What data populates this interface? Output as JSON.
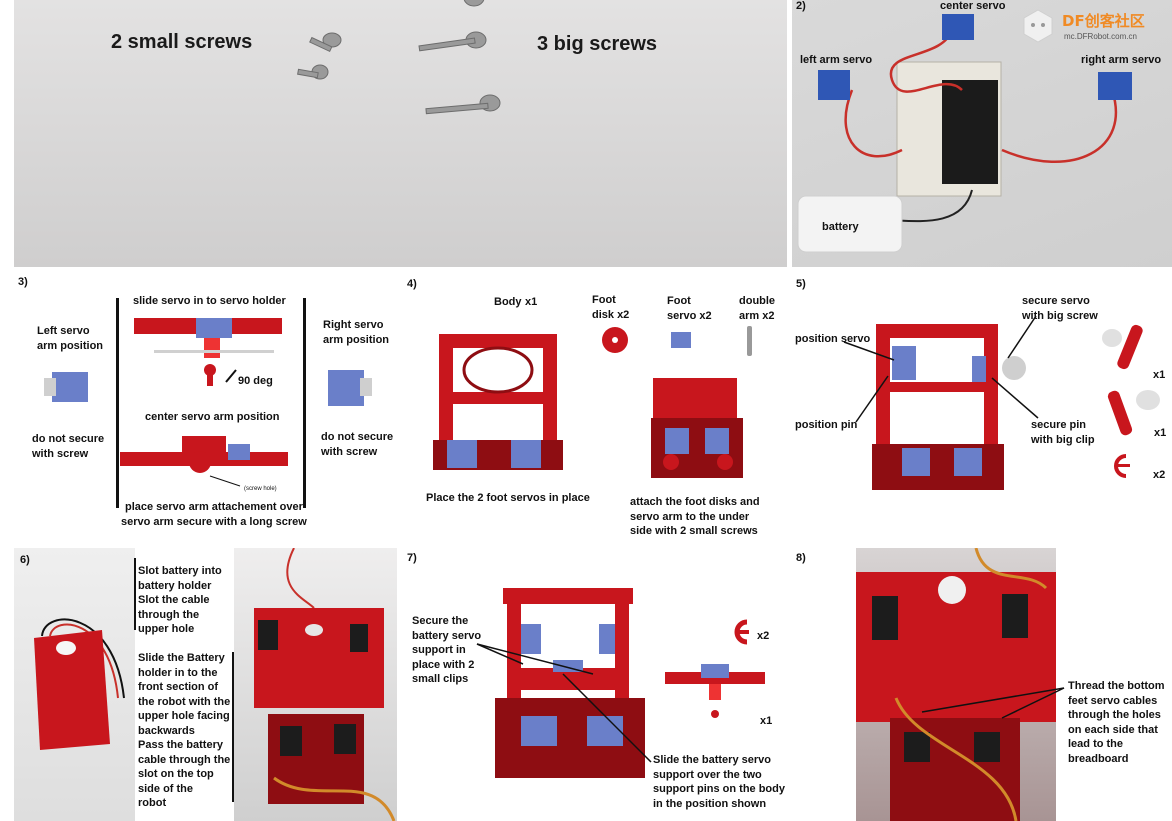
{
  "logo": {
    "brand": "DF创客社区",
    "url": "mc.DFRobot.com.cn"
  },
  "photo1": {
    "small": "2 small screws",
    "big": "3 big screws"
  },
  "step2": {
    "num": "2)",
    "center": "center servo",
    "left": "left arm servo",
    "right": "right arm servo",
    "battery": "battery"
  },
  "step3": {
    "num": "3)",
    "top": "slide servo in to servo holder",
    "left_pos": "Left servo\narm position",
    "right_pos": "Right servo\narm position",
    "deg": "90 deg",
    "center": "center servo arm position",
    "no_secure_left": "do not secure\nwith screw",
    "no_secure_right": "do not secure\nwith screw",
    "screw_hole": "(screw hole)",
    "bottom": "place servo arm attachement over\nservo arm secure with a long screw"
  },
  "step4": {
    "num": "4)",
    "body": "Body",
    "body_qty": "x1",
    "foot_disk": "Foot\ndisk x2",
    "foot_servo": "Foot\nservo x2",
    "double_arm": "double\narm x2",
    "place": "Place the 2 foot servos in place",
    "attach": "attach the foot disks and\nservo arm to the under\nside with 2 small screws"
  },
  "step5": {
    "num": "5)",
    "position_servo": "position servo",
    "secure_servo": "secure servo\nwith big screw",
    "position_pin": "position pin",
    "secure_pin": "secure pin\nwith big clip",
    "qty1": "x1",
    "qty2": "x1",
    "qty3": "x2"
  },
  "step6": {
    "num": "6)",
    "slot": "Slot battery into\nbattery holder\nSlot the cable\nthrough the\nupper hole",
    "slide": "Slide the Battery\nholder in to the\nfront section of\nthe robot with the\nupper hole facing\nbackwards\nPass the battery\ncable through the\nslot on the top\nside of the\nrobot"
  },
  "step7": {
    "num": "7)",
    "secure": "Secure the\nbattery servo\nsupport in\nplace with 2\nsmall clips",
    "qty_clip": "x2",
    "qty_part": "x1",
    "slide": "Slide the battery servo\nsupport over the two\nsupport pins on the body\nin the position shown"
  },
  "step8": {
    "num": "8)",
    "thread": "Thread the bottom\nfeet servo cables\nthrough the holes\non each side that\nlead to the\nbreadboard"
  },
  "colors": {
    "part_red": "#c8161d",
    "servo_blue": "#6a7fc9",
    "wall": "#dcdbdb"
  }
}
